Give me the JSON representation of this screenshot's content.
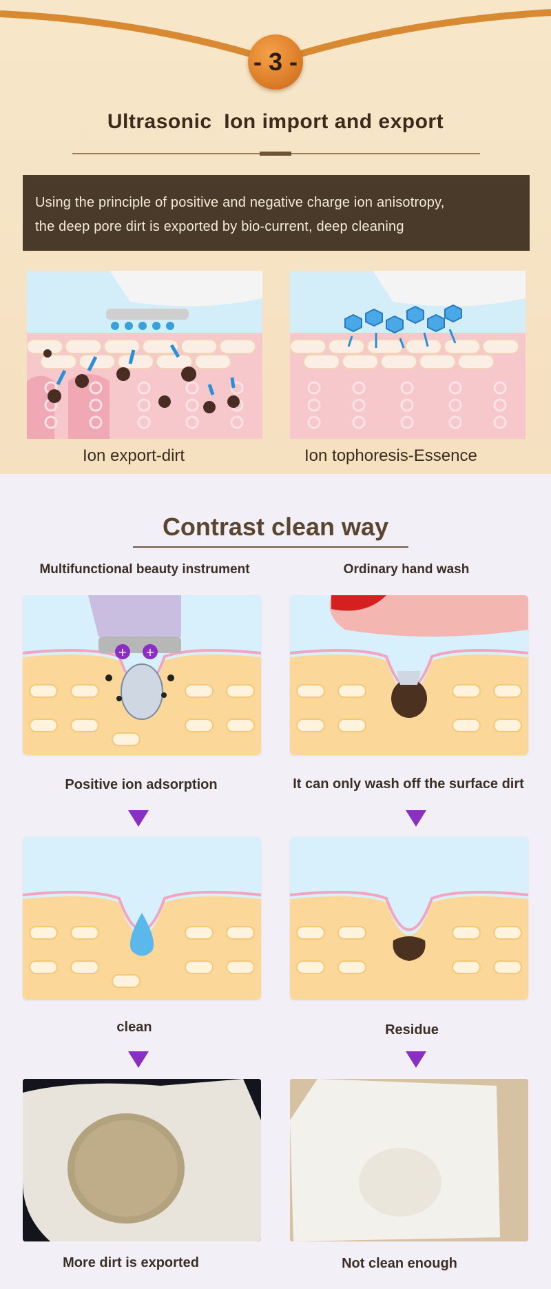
{
  "step": {
    "number": "- 3 -"
  },
  "section1": {
    "title": "Ultrasonic  Ion import and export",
    "description_line1": "Using the principle of positive and negative charge ion anisotropy,",
    "description_line2": "the deep pore dirt is exported by bio-current, deep cleaning",
    "panels": [
      {
        "caption": "Ion export-dirt"
      },
      {
        "caption": "Ion tophoresis-Essence"
      }
    ]
  },
  "section2": {
    "title": "Contrast clean way",
    "columns": [
      {
        "title": "Multifunctional beauty instrument",
        "step1": "Positive ion adsorption",
        "step2": "clean",
        "step3": "More dirt is exported"
      },
      {
        "title": "Ordinary hand wash",
        "step1": "It can only wash off the surface dirt",
        "step2": "Residue",
        "step3": "Not clean enough"
      }
    ]
  },
  "colors": {
    "accent_purple": "#8b2fc2",
    "dark_brown": "#4a3a2a",
    "badge_orange": "#e0812c",
    "skin_pink": "#f2b8c0",
    "water_blue": "#aee3f5"
  },
  "icons": {
    "plus_ion": "plus-ion-icon",
    "minus_ion": "minus-ion-icon",
    "dirt": "dirt-particle-icon",
    "water_drop": "water-drop-icon",
    "arrow": "down-arrow-icon"
  }
}
